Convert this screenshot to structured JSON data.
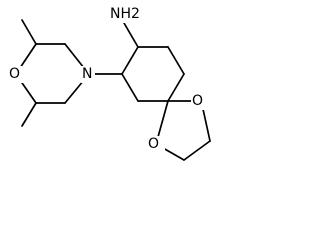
{
  "molecule": {
    "atoms": {
      "amine": "NH2",
      "morpholine_oxygen": "O",
      "morpholine_nitrogen": "N",
      "dioxolane_oxygen_upper": "O",
      "dioxolane_oxygen_lower": "O"
    }
  }
}
